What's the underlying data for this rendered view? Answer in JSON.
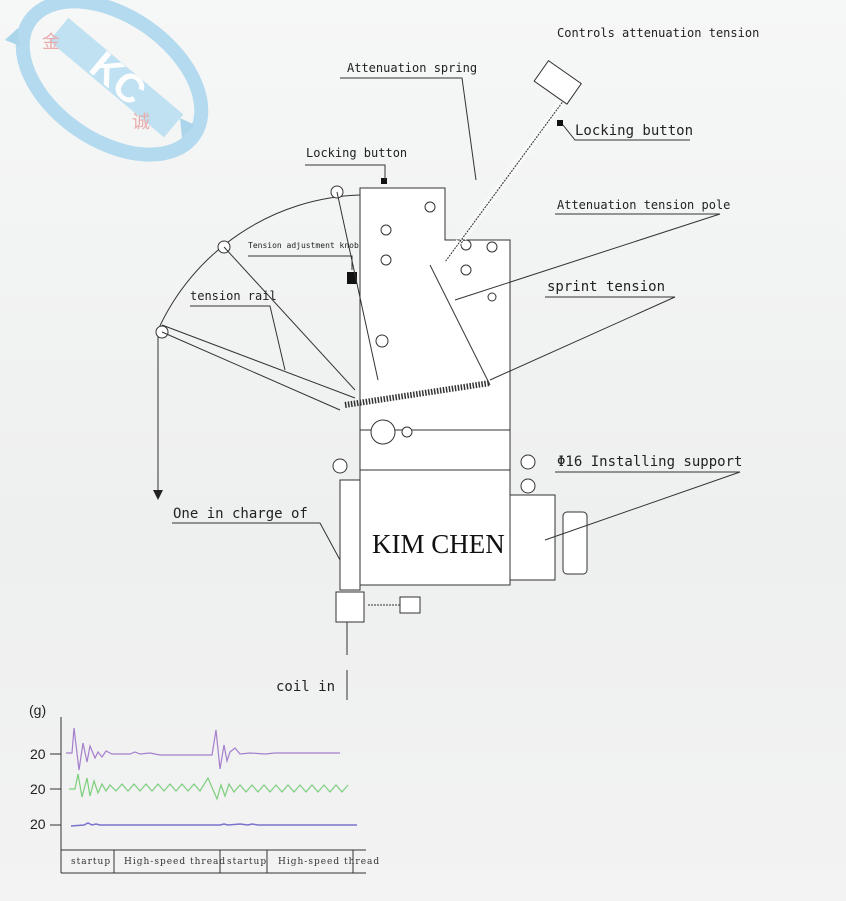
{
  "logo": {
    "text": "金 KC 诚"
  },
  "labels": {
    "controls_attenuation_tension": "Controls attenuation tension",
    "attenuation_spring": "Attenuation spring",
    "locking_button_right": "Locking button",
    "locking_button_top": "Locking button",
    "attenuation_tension_pole": "Attenuation tension pole",
    "tension_adjustment_knob": "Tension adjustment knob",
    "tension_rail": "tension rail",
    "sprint_tension": "sprint tension",
    "installing_support": "Φ16 Installing support",
    "one_in_charge_of": "One in charge of",
    "brand": "KIM CHEN",
    "coil_in": "coil in"
  },
  "chart": {
    "unit": "(g)",
    "y_ticks": [
      "20",
      "20",
      "20"
    ],
    "phases": [
      "startup",
      "High-speed thread",
      "startup",
      "High-speed thread"
    ],
    "colors": {
      "top": "#a57fcc",
      "middle": "#7ccf7c",
      "bottom": "#7a72cc"
    }
  }
}
